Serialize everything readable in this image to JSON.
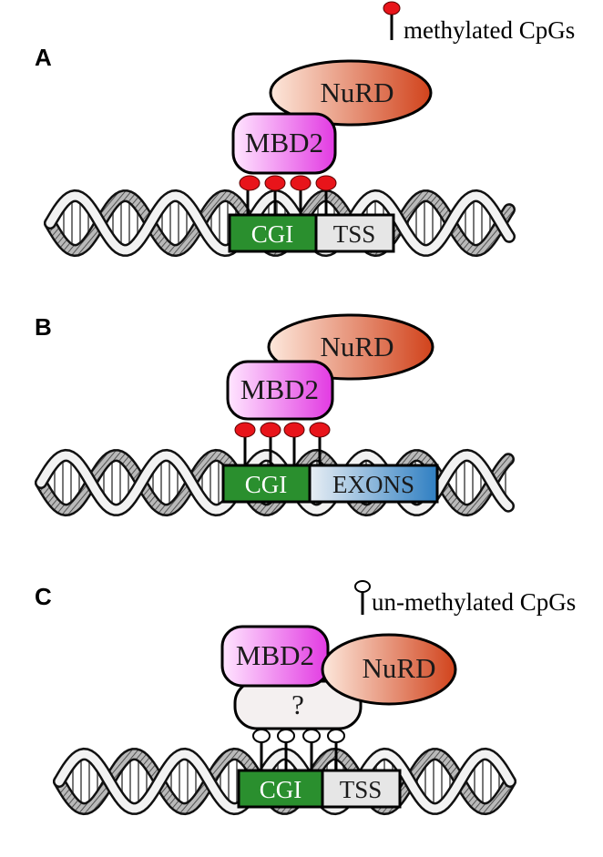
{
  "legend": {
    "methylated": "methylated CpGs",
    "unmethylated": "un-methylated CpGs"
  },
  "panels": [
    {
      "id": "A",
      "label": "A",
      "mbd2": "MBD2",
      "nurd": "NuRD",
      "cgi": "CGI",
      "right_region": "TSS"
    },
    {
      "id": "B",
      "label": "B",
      "mbd2": "MBD2",
      "nurd": "NuRD",
      "cgi": "CGI",
      "right_region": "EXONS"
    },
    {
      "id": "C",
      "label": "C",
      "mbd2": "MBD2",
      "nurd": "NuRD",
      "cgi": "CGI",
      "right_region": "TSS",
      "unknown": "?"
    }
  ],
  "colors": {
    "methylated_cpg": "#e8141a",
    "unmethylated_cpg": "#ffffff",
    "cgi": "#2a8f2e",
    "tss": "#e6e6e6",
    "exons_start": "#e8eef4",
    "exons_end": "#2f7fc2",
    "mbd2_light": "#ffe6ff",
    "mbd2_dark": "#e23ae2",
    "nurd_light": "#fde8dc",
    "nurd_dark": "#d1431c",
    "unknown_fill": "#f4f0f0"
  },
  "icons": {
    "methylated_marker": "filled-lollipop-icon",
    "unmethylated_marker": "open-lollipop-icon",
    "dna": "double-helix-icon"
  }
}
